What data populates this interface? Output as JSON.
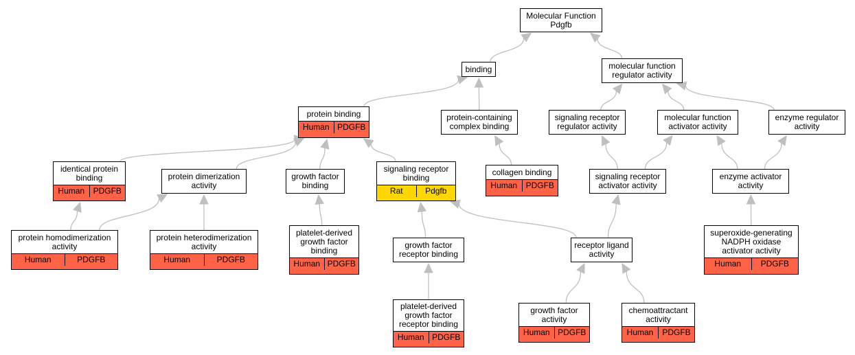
{
  "colors": {
    "human": "#ff6347",
    "rat": "#ffd700",
    "edge": "#bfbfbf"
  },
  "nodes": [
    {
      "id": "mf",
      "label": "Molecular Function\nPdgfb"
    },
    {
      "id": "binding",
      "label": "binding"
    },
    {
      "id": "mfreg",
      "label": "molecular function\nregulator activity"
    },
    {
      "id": "protbind",
      "label": "protein binding",
      "annot": {
        "species": "Human",
        "gene": "PDGFB",
        "color": "human"
      }
    },
    {
      "id": "pcbind",
      "label": "protein-containing\ncomplex binding"
    },
    {
      "id": "sigreg",
      "label": "signaling receptor\nregulator activity"
    },
    {
      "id": "mfact",
      "label": "molecular function\nactivator activity"
    },
    {
      "id": "enzreg",
      "label": "enzyme regulator\nactivity"
    },
    {
      "id": "identprot",
      "label": "identical protein\nbinding",
      "annot": {
        "species": "Human",
        "gene": "PDGFB",
        "color": "human"
      }
    },
    {
      "id": "protdimer",
      "label": "protein dimerization\nactivity"
    },
    {
      "id": "gfbind",
      "label": "growth factor\nbinding"
    },
    {
      "id": "sigrecbind",
      "label": "signaling receptor\nbinding",
      "annot": {
        "species": "Rat",
        "gene": "Pdgfb",
        "color": "rat"
      }
    },
    {
      "id": "collagen",
      "label": "collagen binding",
      "annot": {
        "species": "Human",
        "gene": "PDGFB",
        "color": "human"
      }
    },
    {
      "id": "sigrecact",
      "label": "signaling receptor\nactivator activity"
    },
    {
      "id": "enzact",
      "label": "enzyme activator\nactivity"
    },
    {
      "id": "homodimer",
      "label": "protein homodimerization\nactivity",
      "annot": {
        "species": "Human",
        "gene": "PDGFB",
        "color": "human"
      }
    },
    {
      "id": "heterodimer",
      "label": "protein heterodimerization\nactivity",
      "annot": {
        "species": "Human",
        "gene": "PDGFB",
        "color": "human"
      }
    },
    {
      "id": "pdgfbind",
      "label": "platelet-derived\ngrowth factor\nbinding",
      "annot": {
        "species": "Human",
        "gene": "PDGFB",
        "color": "human"
      }
    },
    {
      "id": "gfrecbind",
      "label": "growth factor\nreceptor binding"
    },
    {
      "id": "recligand",
      "label": "receptor ligand\nactivity"
    },
    {
      "id": "superoxide",
      "label": "superoxide-generating\nNADPH oxidase\nactivator activity",
      "annot": {
        "species": "Human",
        "gene": "PDGFB",
        "color": "human"
      }
    },
    {
      "id": "pdgfrecbind",
      "label": "platelet-derived\ngrowth factor\nreceptor binding",
      "annot": {
        "species": "Human",
        "gene": "PDGFB",
        "color": "human"
      }
    },
    {
      "id": "gfact",
      "label": "growth factor\nactivity",
      "annot": {
        "species": "Human",
        "gene": "PDGFB",
        "color": "human"
      }
    },
    {
      "id": "chemo",
      "label": "chemoattractant\nactivity",
      "annot": {
        "species": "Human",
        "gene": "PDGFB",
        "color": "human"
      }
    }
  ],
  "edges": [
    [
      "binding",
      "mf"
    ],
    [
      "mfreg",
      "mf"
    ],
    [
      "protbind",
      "binding"
    ],
    [
      "pcbind",
      "binding"
    ],
    [
      "sigreg",
      "mfreg"
    ],
    [
      "mfact",
      "mfreg"
    ],
    [
      "enzreg",
      "mfreg"
    ],
    [
      "identprot",
      "protbind"
    ],
    [
      "protdimer",
      "protbind"
    ],
    [
      "gfbind",
      "protbind"
    ],
    [
      "sigrecbind",
      "protbind"
    ],
    [
      "collagen",
      "pcbind"
    ],
    [
      "sigrecact",
      "sigreg"
    ],
    [
      "sigrecact",
      "mfact"
    ],
    [
      "enzact",
      "mfact"
    ],
    [
      "enzact",
      "enzreg"
    ],
    [
      "homodimer",
      "identprot"
    ],
    [
      "homodimer",
      "protdimer"
    ],
    [
      "heterodimer",
      "protdimer"
    ],
    [
      "pdgfbind",
      "gfbind"
    ],
    [
      "gfrecbind",
      "sigrecbind"
    ],
    [
      "recligand",
      "sigrecbind"
    ],
    [
      "recligand",
      "sigrecact"
    ],
    [
      "superoxide",
      "enzact"
    ],
    [
      "pdgfrecbind",
      "gfrecbind"
    ],
    [
      "gfact",
      "recligand"
    ],
    [
      "chemo",
      "recligand"
    ]
  ]
}
